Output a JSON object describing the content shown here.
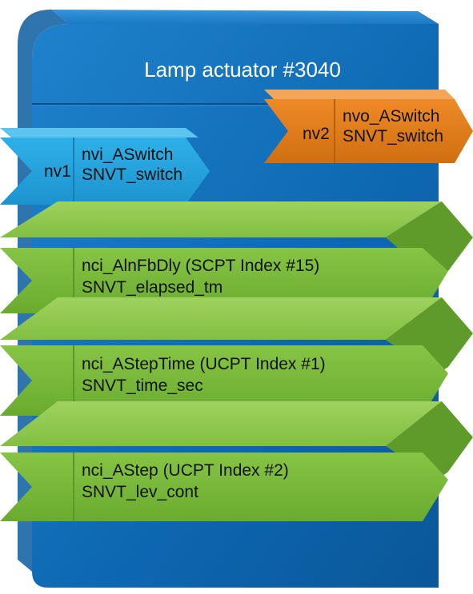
{
  "block": {
    "title": "Lamp actuator #3040",
    "colors": {
      "block_face": "#0a6fb8",
      "block_side": "#0b4f8a",
      "input": "#2aa6e0",
      "output": "#e07b1a",
      "config": "#77b83a"
    }
  },
  "inputs": [
    {
      "tag": "nv1",
      "name": "nvi_ASwitch",
      "type": "SNVT_switch"
    }
  ],
  "outputs": [
    {
      "tag": "nv2",
      "name": "nvo_ASwitch",
      "type": "SNVT_switch"
    }
  ],
  "config_properties": [
    {
      "name": "nci_AlnFbDly (SCPT Index #15)",
      "type": "SNVT_elapsed_tm"
    },
    {
      "name": "nci_AStepTime (UCPT Index #1)",
      "type": "SNVT_time_sec"
    },
    {
      "name": "nci_AStep (UCPT Index #2)",
      "type": "SNVT_lev_cont"
    }
  ]
}
